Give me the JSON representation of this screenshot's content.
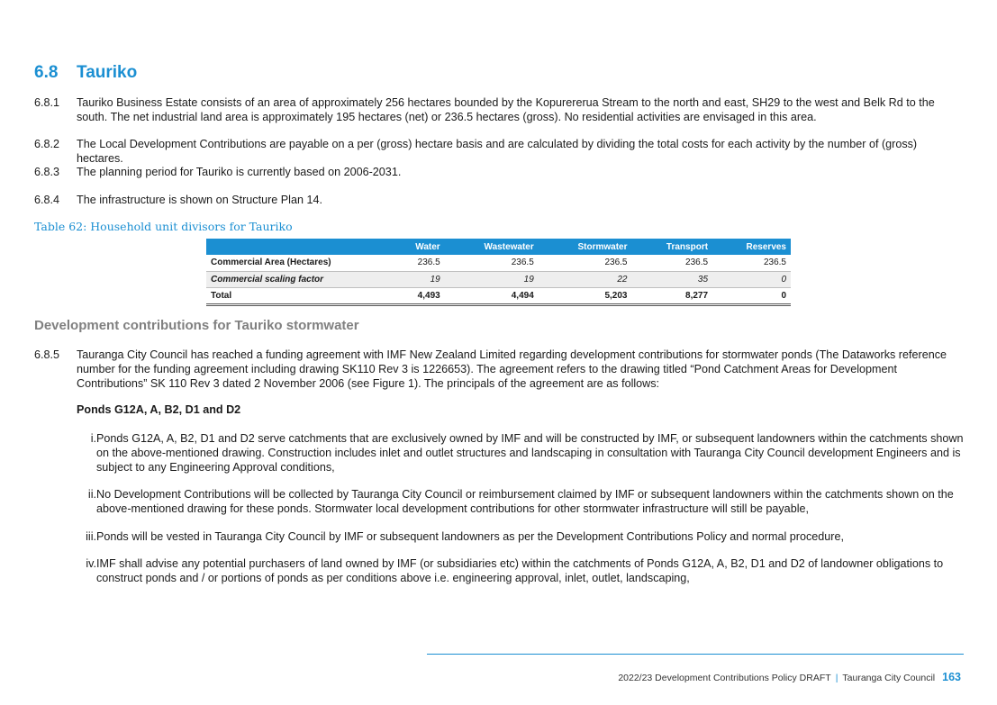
{
  "section": {
    "number": "6.8",
    "title": "Tauriko"
  },
  "paragraphs": [
    {
      "num": "6.8.1",
      "text": "Tauriko Business Estate consists of an area of approximately 256 hectares bounded by the Kopurererua Stream to the north and east, SH29 to the west and Belk Rd to the south. The net industrial land area is approximately 195 hectares (net) or 236.5 hectares (gross). No residential activities are envisaged in this area."
    },
    {
      "num": "6.8.2",
      "text": "The Local Development Contributions are payable on a per (gross) hectare basis and are calculated by dividing the total costs for each activity by the number of (gross) hectares."
    },
    {
      "num": "6.8.3",
      "text": "The planning period for Tauriko is currently based on 2006-2031."
    },
    {
      "num": "6.8.4",
      "text": "The infrastructure is shown on Structure Plan 14."
    }
  ],
  "table": {
    "caption": "Table 62: Household unit divisors for Tauriko",
    "headers": [
      "",
      "Water",
      "Wastewater",
      "Stormwater",
      "Transport",
      "Reserves"
    ],
    "rows": [
      [
        "Commercial Area (Hectares)",
        "236.5",
        "236.5",
        "236.5",
        "236.5",
        "236.5"
      ],
      [
        "Commercial scaling factor",
        "19",
        "19",
        "22",
        "35",
        "0"
      ],
      [
        "Total",
        "4,493",
        "4,494",
        "5,203",
        "8,277",
        "0"
      ]
    ]
  },
  "subheading": "Development contributions for Tauriko stormwater",
  "paragraph_685": {
    "num": "6.8.5",
    "text": "Tauranga City Council has reached a funding agreement with IMF New Zealand Limited regarding development contributions for stormwater ponds (The Dataworks reference number for the funding agreement including drawing SK110 Rev 3 is 1226653). The agreement refers to the drawing titled “Pond Catchment Areas for Development Contributions” SK 110 Rev 3 dated 2 November 2006 (see Figure 1). The principals of the agreement are as follows:"
  },
  "ponds_heading": "Ponds G12A, A, B2, D1 and D2",
  "list": [
    {
      "num": "i.",
      "text": "Ponds G12A, A, B2, D1 and D2 serve catchments that are exclusively owned by IMF and will be constructed by IMF, or subsequent landowners within the catchments shown on the above-mentioned drawing. Construction includes inlet and outlet structures and landscaping in consultation with Tauranga City Council development Engineers and is subject to any Engineering Approval conditions,"
    },
    {
      "num": "ii.",
      "text": "No Development Contributions will be collected by Tauranga City Council or reimbursement claimed by IMF or subsequent landowners within the catchments shown on the above-mentioned drawing for these ponds. Stormwater local development contributions for other stormwater infrastructure will still be payable,"
    },
    {
      "num": "iii.",
      "text": "Ponds will be vested in Tauranga City Council by IMF or subsequent landowners as per the Development Contributions Policy and normal procedure,"
    },
    {
      "num": "iv.",
      "text": "IMF shall advise any potential purchasers of land owned by IMF (or subsidiaries etc) within the catchments of Ponds G12A, A, B2, D1 and D2 of landowner obligations to construct ponds and / or portions of ponds as per conditions above i.e. engineering approval, inlet, outlet, landscaping,"
    }
  ],
  "footer": {
    "doc_title": "2022/23 Development Contributions Policy DRAFT",
    "separator": "|",
    "org": "Tauranga City Council",
    "page": "163"
  },
  "colors": {
    "accent": "#1b8fd2",
    "subheading": "#808080"
  }
}
